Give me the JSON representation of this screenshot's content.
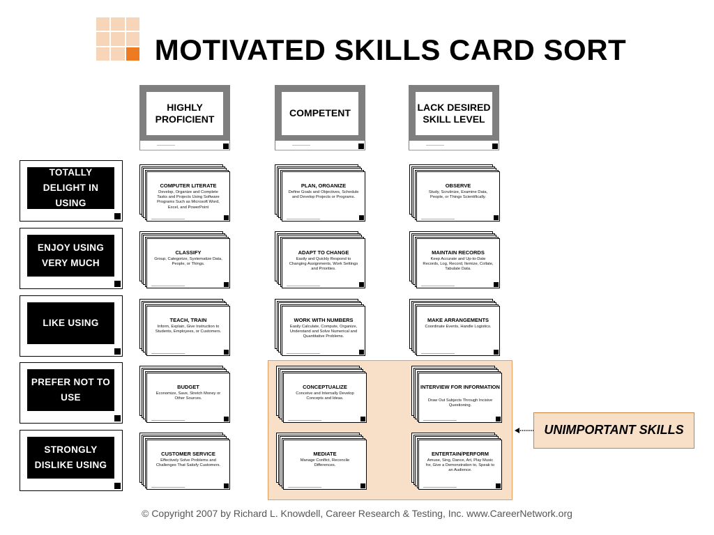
{
  "title": "MOTIVATED SKILLS CARD SORT",
  "columns": [
    "HIGHLY PROFICIENT",
    "COMPETENT",
    "LACK DESIRED SKILL LEVEL"
  ],
  "rows": [
    "TOTALLY DELIGHT IN USING",
    "ENJOY USING VERY MUCH",
    "LIKE USING",
    "PREFER NOT TO USE",
    "STRONGLY DISLIKE USING"
  ],
  "cards": [
    [
      {
        "title": "COMPUTER LITERATE",
        "desc": "Develop, Organize and Complete Tasks and Projects Using Software Programs Such as Microsoft Word, Excel, and PowerPoint"
      },
      {
        "title": "PLAN, ORGANIZE",
        "desc": "Define Goals and Objectives, Schedule and Develop Projects or Programs."
      },
      {
        "title": "OBSERVE",
        "desc": "Study, Scrutinize, Examine Data, People, or Things Scientifically."
      }
    ],
    [
      {
        "title": "CLASSIFY",
        "desc": "Group, Categorize, Systematize Data, People, or Things."
      },
      {
        "title": "ADAPT TO CHANGE",
        "desc": "Easily and Quickly Respond to Changing Assignments, Work Settings and Priorities."
      },
      {
        "title": "MAINTAIN RECORDS",
        "desc": "Keep Accurate and Up-to-Date Records, Log, Record, Itemize, Collate, Tabulate Data."
      }
    ],
    [
      {
        "title": "TEACH, TRAIN",
        "desc": "Inform, Explain, Give Instruction to Students, Employees, or Customers."
      },
      {
        "title": "WORK WITH NUMBERS",
        "desc": "Easily Calculate, Compute, Organize, Understand and Solve Numerical and Quantitative Problems."
      },
      {
        "title": "MAKE ARRANGEMENTS",
        "desc": "Coordinate Events, Handle Logistics."
      }
    ],
    [
      {
        "title": "BUDGET",
        "desc": "Economize, Save, Stretch Money or Other Sources."
      },
      {
        "title": "CONCEPTUALIZE",
        "desc": "Conceive and Internally Develop Concepts and Ideas."
      },
      {
        "title": "INTERVIEW FOR INFORMATION",
        "desc": "Draw Out Subjects Through Incisive Questioning."
      }
    ],
    [
      {
        "title": "CUSTOMER SERVICE",
        "desc": "Effectively Solve Problems and Challenges That Satisfy Customers."
      },
      {
        "title": "MEDIATE",
        "desc": "Manage Conflict, Reconcile Differences."
      },
      {
        "title": "ENTERTAIN/PERFORM",
        "desc": "Amuse, Sing, Dance, Art, Play Music for, Give a Demonstration to, Speak to an Audience."
      }
    ]
  ],
  "unimportant_label": "UNIMPORTANT SKILLS",
  "copyright": "© Copyright 2007 by Richard L. Knowdell, Career Research & Testing, Inc. www.CareerNetwork.org",
  "colors": {
    "accent": "#ee7a22",
    "logo_light": "#f6d5b8",
    "highlight_fill": "#f8dfc7",
    "highlight_border": "#e79b5c",
    "header_frame": "#7f7f7f"
  }
}
